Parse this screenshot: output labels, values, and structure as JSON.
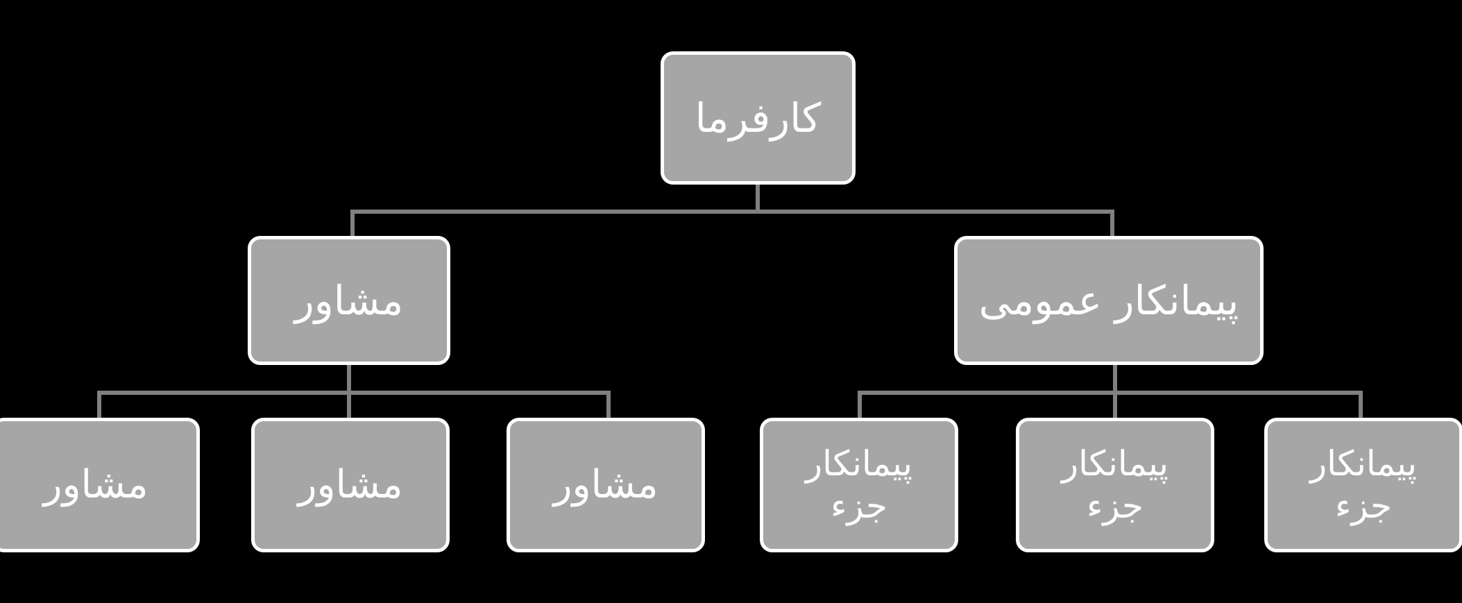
{
  "diagram": {
    "title": "Project Organization Chart",
    "type": "organizational-hierarchy",
    "language": "fa",
    "direction": "rtl",
    "colors": {
      "background": "#000000",
      "node_fill": "#a6a6a6",
      "node_border": "#ffffff",
      "node_text": "#ffffff",
      "connector": "#808080"
    },
    "levels": [
      {
        "level": 1,
        "nodes": [
          {
            "id": "root",
            "label": "کارفرما",
            "font_size": 58
          }
        ]
      },
      {
        "level": 2,
        "nodes": [
          {
            "id": "consultant",
            "label": "مشاور",
            "font_size": 58
          },
          {
            "id": "general-contractor",
            "label": "پیمانکار عمومی",
            "font_size": 58
          }
        ]
      },
      {
        "level": 3,
        "nodes": [
          {
            "id": "consultant-1",
            "label": "مشاور",
            "font_size": 56
          },
          {
            "id": "consultant-2",
            "label": "مشاور",
            "font_size": 56
          },
          {
            "id": "consultant-3",
            "label": "مشاور",
            "font_size": 56
          },
          {
            "id": "subcontractor-1",
            "label": "پیمانکار\nجزء",
            "font_size": 50
          },
          {
            "id": "subcontractor-2",
            "label": "پیمانکار\nجزء",
            "font_size": 50
          },
          {
            "id": "subcontractor-3",
            "label": "پیمانکار\nجزء",
            "font_size": 50
          }
        ]
      }
    ]
  }
}
